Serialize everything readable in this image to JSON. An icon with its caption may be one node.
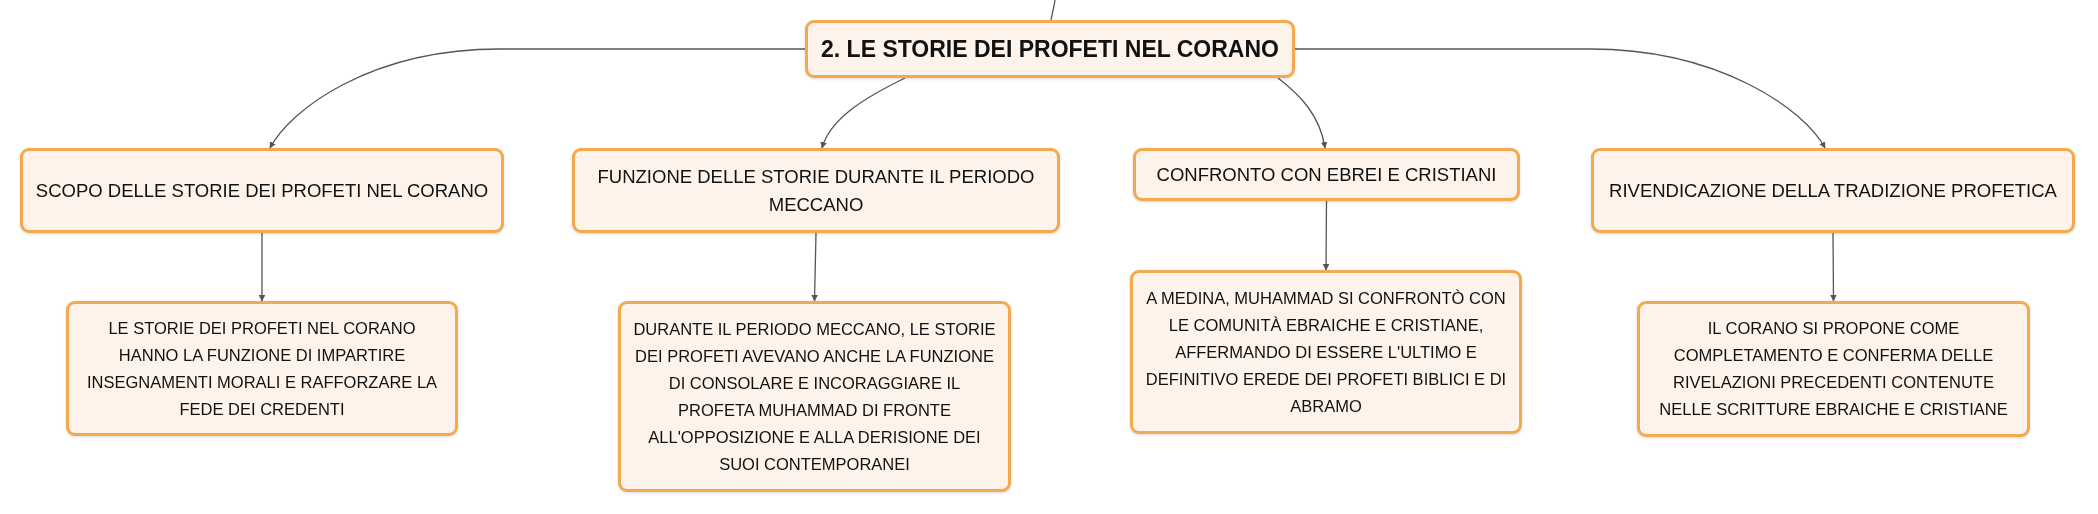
{
  "diagram": {
    "nodes": [
      {
        "text": [
          "2. LE STORIE DEI PROFETI NEL CORANO"
        ]
      },
      {
        "text": [
          "SCOPO DELLE STORIE DEI PROFETI NEL CORANO"
        ]
      },
      {
        "text": [
          "FUNZIONE DELLE STORIE DURANTE IL PERIODO MECCANO"
        ]
      },
      {
        "text": [
          "CONFRONTO CON EBREI E CRISTIANI"
        ]
      },
      {
        "text": [
          "RIVENDICAZIONE DELLA TRADIZIONE PROFETICA"
        ]
      },
      {
        "text": [
          "LE STORIE DEI PROFETI NEL CORANO HANNO LA FUNZIONE DI IMPARTIRE INSEGNAMENTI MORALI E RAFFORZARE LA FEDE DEI CREDENTI"
        ]
      },
      {
        "text": [
          "DURANTE IL PERIODO MECCANO, LE STORIE DEI PROFETI AVEVANO ANCHE LA FUNZIONE DI CONSOLARE E INCORAGGIARE IL PROFETA MUHAMMAD DI FRONTE ALL'OPPOSIZIONE E ALLA DERISIONE DEI SUOI CONTEMPORANEI"
        ]
      },
      {
        "text": [
          "A MEDINA, MUHAMMAD SI CONFRONTÒ CON LE COMUNITÀ EBRAICHE E CRISTIANE, AFFERMANDO DI ESSERE L'ULTIMO E DEFINITIVO EREDE DEI PROFETI BIBLICI E DI ABRAMO"
        ]
      },
      {
        "text": [
          "IL CORANO SI PROPONE COME COMPLETAMENTO E CONFERMA DELLE RIVELAZIONI PRECEDENTI CONTENUTE NELLE SCRITTURE EBRAICHE E CRISTIANE"
        ]
      }
    ],
    "edges": [
      {
        "from": null,
        "to": 0,
        "arrow": "none"
      },
      {
        "from": 0,
        "to": 1,
        "arrow": "to"
      },
      {
        "from": 0,
        "to": 2,
        "arrow": "to"
      },
      {
        "from": 0,
        "to": 3,
        "arrow": "to"
      },
      {
        "from": 0,
        "to": 4,
        "arrow": "to"
      },
      {
        "from": 1,
        "to": 5,
        "arrow": "to"
      },
      {
        "from": 2,
        "to": 6,
        "arrow": "to"
      },
      {
        "from": 3,
        "to": 7,
        "arrow": "to"
      },
      {
        "from": 4,
        "to": 8,
        "arrow": "to"
      }
    ]
  }
}
